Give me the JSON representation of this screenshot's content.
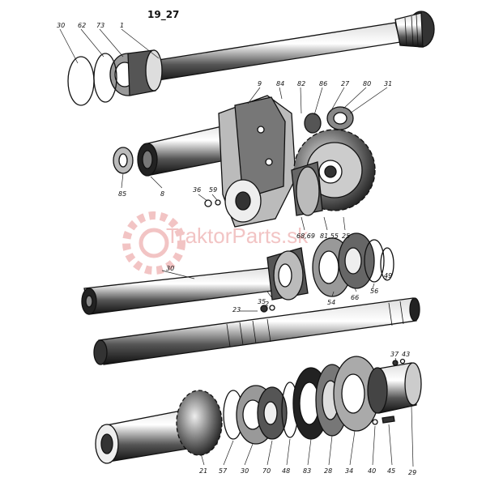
{
  "title": "19_27",
  "watermark": "TraktorParts.sk",
  "labels": {
    "l30a": "30",
    "l62": "62",
    "l73": "73",
    "l1": "1",
    "l9": "9",
    "l84": "84",
    "l82": "82",
    "l86": "86",
    "l27": "27",
    "l80": "80",
    "l31": "31",
    "l85": "85",
    "l8": "8",
    "l36": "36",
    "l59": "59",
    "l68": "68,69",
    "l81": "81,55",
    "l25": "25",
    "l30b": "30",
    "l2": "2",
    "l54": "54",
    "l66": "66",
    "l56": "56",
    "l49": "49",
    "l23": "23",
    "l35": "35",
    "l37": "37",
    "l43": "43",
    "l21": "21",
    "l57": "57",
    "l30c": "30",
    "l70": "70",
    "l48": "48",
    "l83": "83",
    "l28": "28",
    "l34": "34",
    "l40": "40",
    "l45": "45",
    "l29": "29"
  },
  "colors": {
    "ink": "#111111",
    "paper": "#ffffff",
    "watermark": "#f2c4c4"
  }
}
